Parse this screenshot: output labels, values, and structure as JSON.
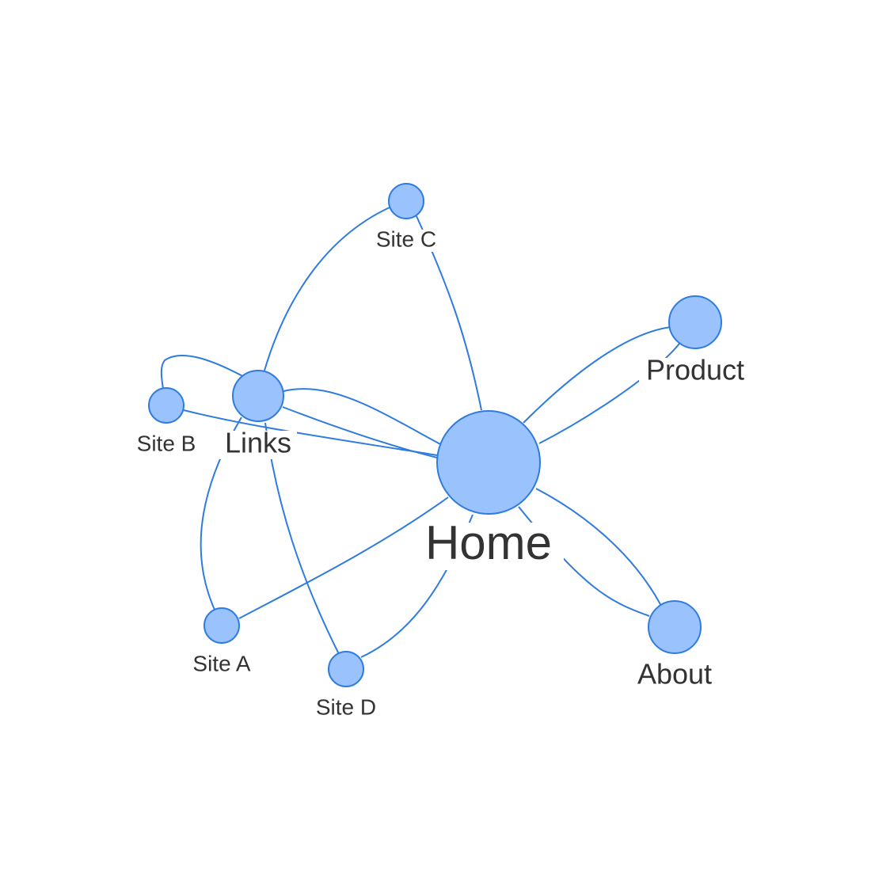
{
  "diagram": {
    "type": "network-graph",
    "colors": {
      "node_fill": "#9ac3fd",
      "node_stroke": "#2f7be0",
      "edge": "#2f7be0",
      "label": "#333333"
    },
    "nodes": [
      {
        "id": "home",
        "label": "Home"
      },
      {
        "id": "links",
        "label": "Links"
      },
      {
        "id": "product",
        "label": "Product"
      },
      {
        "id": "about",
        "label": "About"
      },
      {
        "id": "site_a",
        "label": "Site A"
      },
      {
        "id": "site_b",
        "label": "Site B"
      },
      {
        "id": "site_c",
        "label": "Site C"
      },
      {
        "id": "site_d",
        "label": "Site D"
      }
    ],
    "edges": [
      {
        "from": "home",
        "to": "product"
      },
      {
        "from": "product",
        "to": "home"
      },
      {
        "from": "home",
        "to": "about"
      },
      {
        "from": "about",
        "to": "home"
      },
      {
        "from": "home",
        "to": "links"
      },
      {
        "from": "links",
        "to": "home"
      },
      {
        "from": "home",
        "to": "site_a"
      },
      {
        "from": "home",
        "to": "site_b"
      },
      {
        "from": "home",
        "to": "site_c"
      },
      {
        "from": "home",
        "to": "site_d"
      },
      {
        "from": "links",
        "to": "site_a"
      },
      {
        "from": "links",
        "to": "site_b"
      },
      {
        "from": "links",
        "to": "site_c"
      },
      {
        "from": "links",
        "to": "site_d"
      }
    ]
  }
}
